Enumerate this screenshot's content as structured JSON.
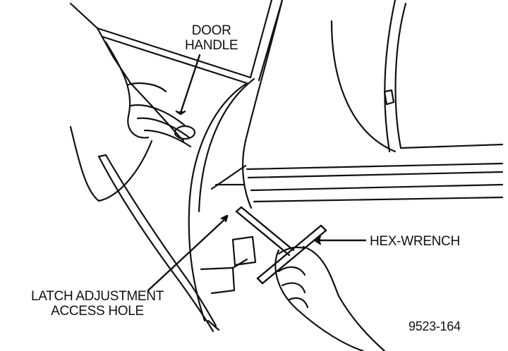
{
  "labels": {
    "door_handle": {
      "line1": "DOOR",
      "line2": "HANDLE"
    },
    "hex_wrench": "HEX-WRENCH",
    "latch_access_hole": {
      "line1": "LATCH ADJUSTMENT",
      "line2": "ACCESS HOLE"
    },
    "figure_number": "9523-164"
  },
  "colors": {
    "ink": "#111111",
    "background": "#ffffff"
  }
}
